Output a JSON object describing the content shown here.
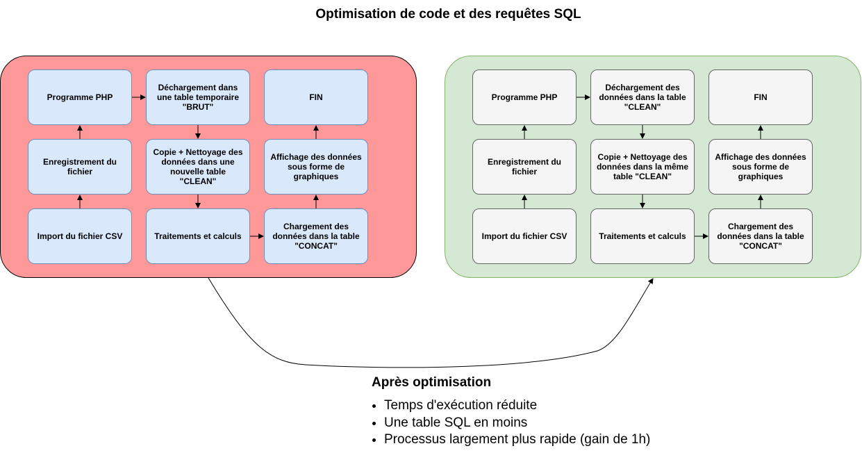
{
  "title": "Optimisation de code et des requêtes SQL",
  "colors": {
    "before_panel_fill": "#ff9999",
    "after_panel_fill": "#d5e8d4",
    "before_node_fill": "#dae8fc",
    "after_node_fill": "#f5f5f5"
  },
  "before": {
    "programme": "Programme PHP",
    "dechargement": "Déchargement dans une table temporaire \"BRUT\"",
    "fin": "FIN",
    "enregistrement": "Enregistrement du fichier",
    "copie": "Copie + Nettoyage des données dans une nouvelle table \"CLEAN\"",
    "affichage": "Affichage des données sous forme de graphiques",
    "import": "Import du fichier CSV",
    "traitements": "Traitements et calculs",
    "chargement": "Chargement des données dans la table \"CONCAT\""
  },
  "after": {
    "programme": "Programme PHP",
    "dechargement": "Déchargement des données dans la table \"CLEAN\"",
    "fin": "FIN",
    "enregistrement": "Enregistrement du fichier",
    "copie": "Copie + Nettoyage des données dans la même table \"CLEAN\"",
    "affichage": "Affichage des données sous forme de graphiques",
    "import": "Import du fichier CSV",
    "traitements": "Traitements et calculs",
    "chargement": "Chargement des données dans la table \"CONCAT\""
  },
  "notes": {
    "heading": "Après optimisation",
    "items": [
      "Temps d'exécution réduite",
      "Une table SQL en moins",
      "Processus largement plus rapide (gain de 1h)"
    ]
  }
}
